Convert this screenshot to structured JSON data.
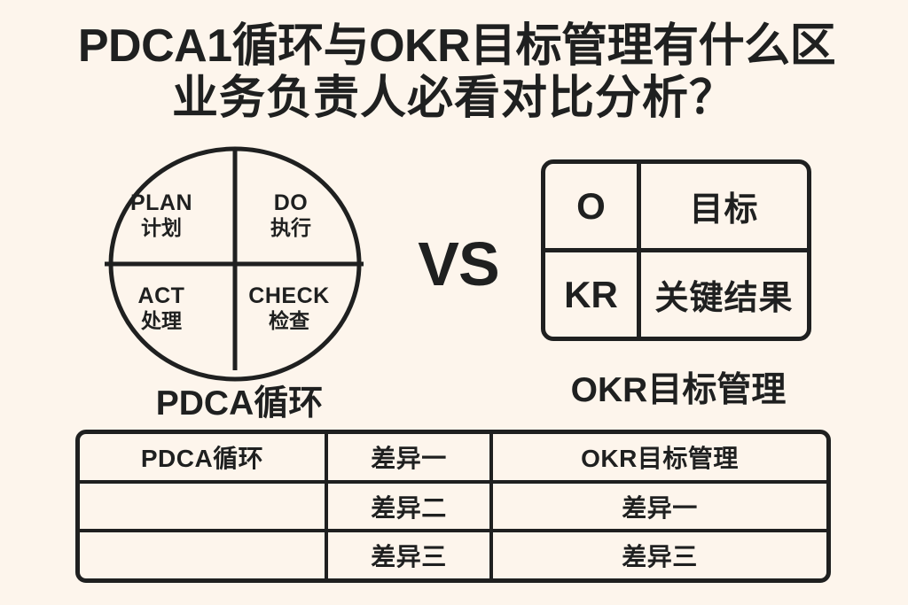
{
  "theme": {
    "background": "#fdf5ec",
    "ink": "#1f2020"
  },
  "title": {
    "line1": "PDCA1循环与OKR目标管理有什么区",
    "line2": "业务负责人必看对比分析？"
  },
  "pdca_wheel": {
    "caption": "PDCA循环",
    "quadrants": [
      {
        "position": "top-left",
        "en": "PLAN",
        "cn": "计划"
      },
      {
        "position": "top-right",
        "en": "DO",
        "cn": "执行"
      },
      {
        "position": "bottom-left",
        "en": "ACT",
        "cn": "处理"
      },
      {
        "position": "bottom-right",
        "en": "CHECK",
        "cn": "检查"
      }
    ]
  },
  "versus": {
    "label": "VS"
  },
  "okr_box": {
    "caption": "OKR目标管理",
    "rows": [
      {
        "key": "O",
        "value": "目标"
      },
      {
        "key": "KR",
        "value": "关键结果"
      }
    ]
  },
  "compare_table": {
    "rows": [
      {
        "col0": "PDCA循环",
        "col1": "差异一",
        "col2": "OKR目标管理"
      },
      {
        "col0": "",
        "col1": "差异二",
        "col2": "差异一"
      },
      {
        "col0": "",
        "col1": "差异三",
        "col2": "差异三"
      }
    ]
  }
}
